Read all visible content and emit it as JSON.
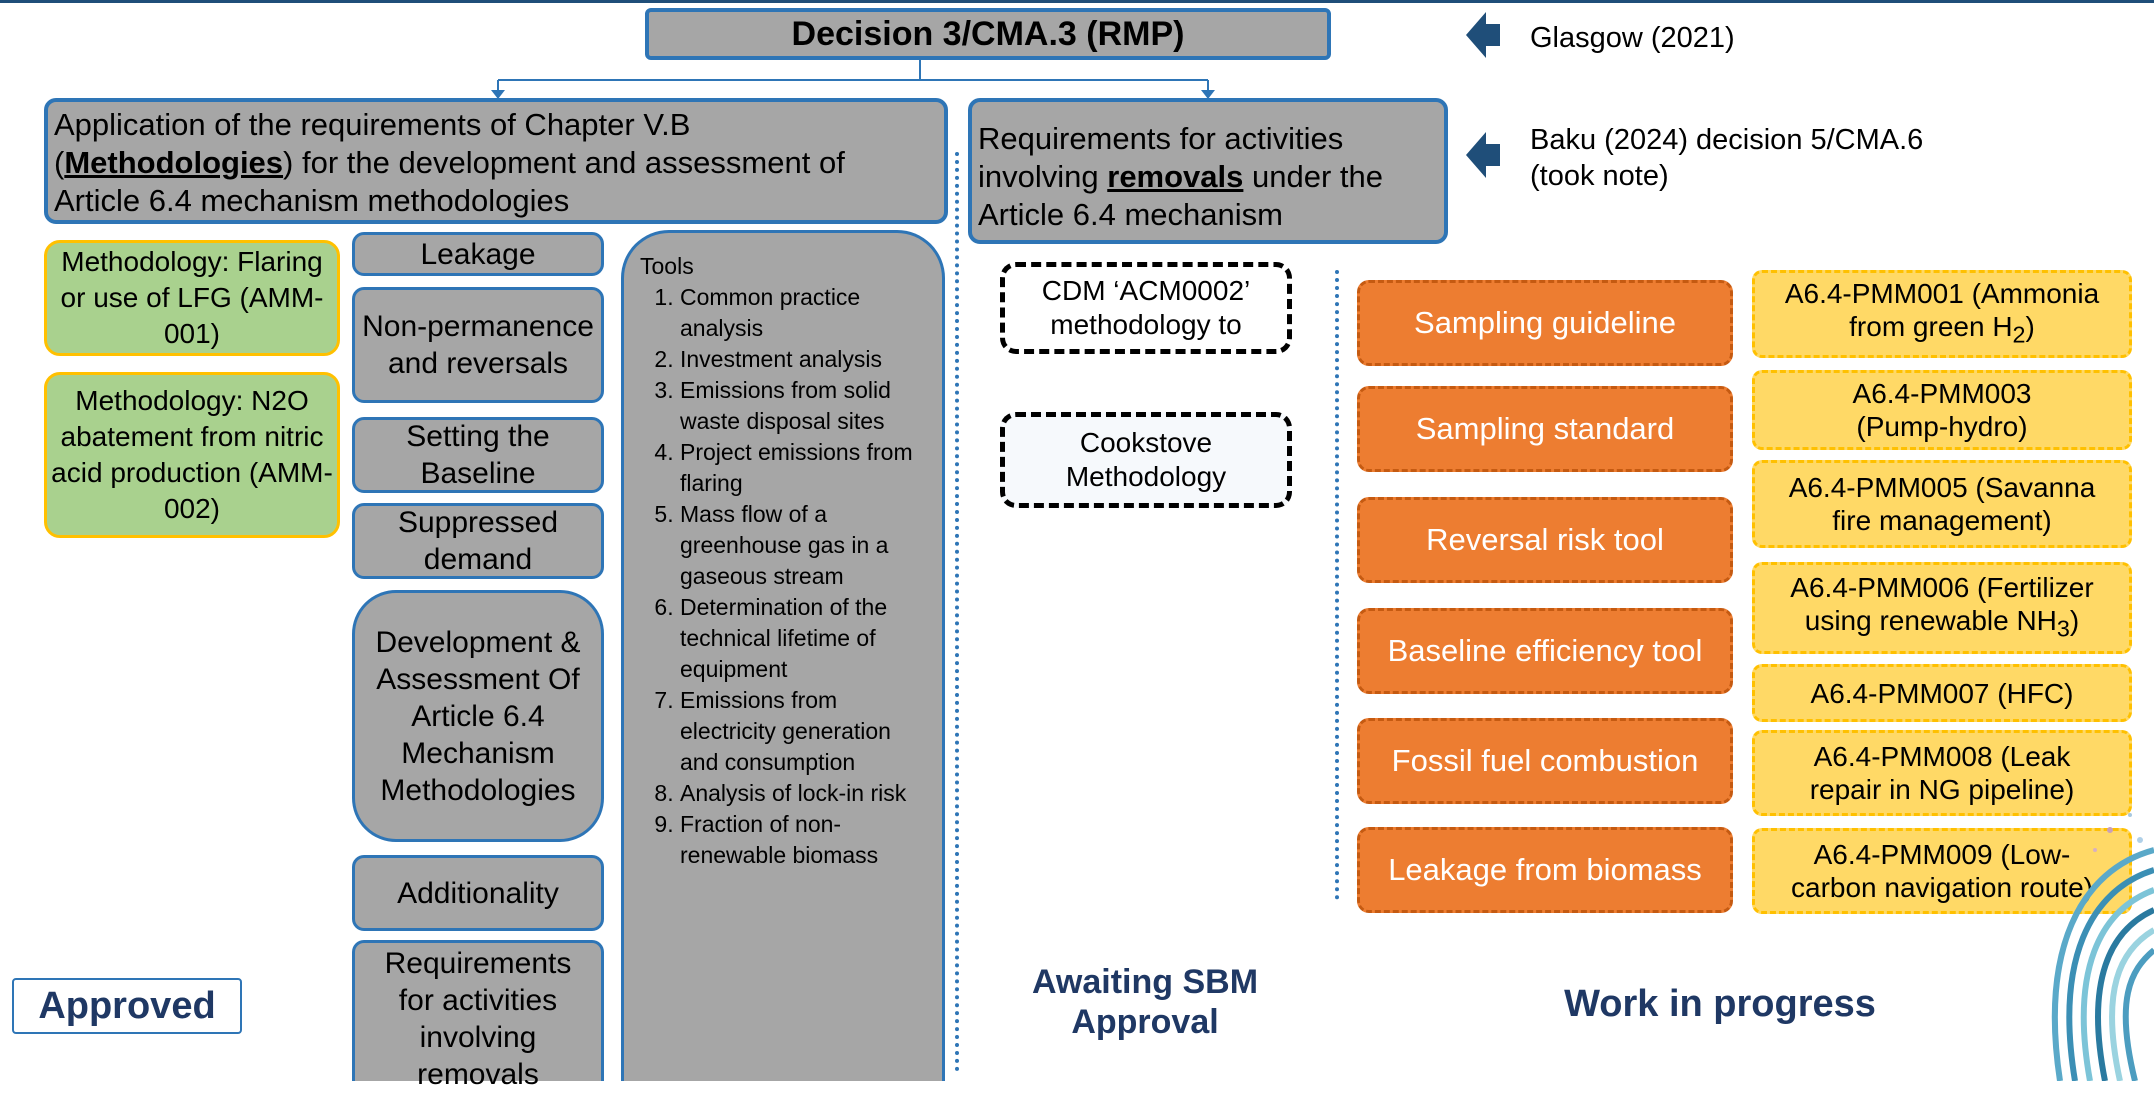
{
  "header": {
    "decision_title": "Decision 3/CMA.3 (RMP)",
    "glasgow_note": "Glasgow (2021)",
    "baku_note_line1": "Baku (2024) decision 5/CMA.6",
    "baku_note_line2": "(took note)"
  },
  "methodology_app": {
    "line1": "Application of the requirements of Chapter V.B",
    "open_paren": "(",
    "methodologies_word": "Methodologies",
    "line2_rest": ") for the development and assessment of",
    "line3": "Article 6.4 mechanism methodologies"
  },
  "removals_req": {
    "line1": "Requirements for activities",
    "line2_pre": "involving ",
    "removals_word": "removals",
    "line2_post": " under the",
    "line3": "Article 6.4 mechanism"
  },
  "approved_methodologies": [
    {
      "text": "Methodology: Flaring or use of LFG (AMM-001)"
    },
    {
      "text": "Methodology: N2O abatement from nitric acid production (AMM-002)"
    }
  ],
  "standards": [
    {
      "label": "Leakage"
    },
    {
      "label": "Non-permanence and reversals"
    },
    {
      "label": "Setting the Baseline"
    },
    {
      "label": "Suppressed demand"
    },
    {
      "label": "Development & Assessment Of Article 6.4 Mechanism Methodologies"
    },
    {
      "label": "Additionality"
    },
    {
      "label": "Requirements for activities involving removals"
    }
  ],
  "tools": {
    "title": "Tools",
    "items": [
      "Common practice analysis",
      "Investment analysis",
      "Emissions from solid waste disposal sites",
      "Project emissions from flaring",
      "Mass flow of a greenhouse gas in a gaseous stream",
      "Determination of the technical lifetime of equipment",
      "Emissions from electricity generation and consumption",
      "Analysis of lock-in risk",
      "Fraction of non-renewable biomass"
    ]
  },
  "awaiting": [
    {
      "text": "CDM ‘ACM0002’ methodology to"
    },
    {
      "text": "Cookstove Methodology"
    }
  ],
  "wip_tools": [
    {
      "label": "Sampling guideline"
    },
    {
      "label": "Sampling standard"
    },
    {
      "label": "Reversal risk tool"
    },
    {
      "label": "Baseline efficiency tool"
    },
    {
      "label": "Fossil fuel combustion"
    },
    {
      "label": "Leakage from biomass"
    }
  ],
  "wip_methodologies": [
    {
      "line1": "A6.4-PMM001 (Ammonia",
      "line2_pre": "from green H",
      "sub": "2",
      "line2_post": ")"
    },
    {
      "line1": "A6.4-PMM003",
      "line2_pre": "(Pump-hydro)",
      "sub": "",
      "line2_post": ""
    },
    {
      "line1": "A6.4-PMM005 (Savanna",
      "line2_pre": "fire management)",
      "sub": "",
      "line2_post": ""
    },
    {
      "line1": "A6.4-PMM006 (Fertilizer",
      "line2_pre": "using renewable NH",
      "sub": "3",
      "line2_post": ")"
    },
    {
      "line1": "A6.4-PMM007 (HFC)",
      "line2_pre": "",
      "sub": "",
      "line2_post": ""
    },
    {
      "line1": "A6.4-PMM008 (Leak",
      "line2_pre": "repair in NG pipeline)",
      "sub": "",
      "line2_post": ""
    },
    {
      "line1": "A6.4-PMM009 (Low-",
      "line2_pre": "carbon navigation route)",
      "sub": "",
      "line2_post": ""
    }
  ],
  "status_labels": {
    "approved": "Approved",
    "awaiting": "Awaiting SBM Approval",
    "wip": "Work in progress"
  },
  "colors": {
    "accent_blue": "#2e75b6",
    "grey_box": "#a6a6a6",
    "green_box": "#a9d18e",
    "orange_box": "#ed7d31",
    "yellow_box": "#ffd966",
    "status_text": "#1f3864"
  }
}
